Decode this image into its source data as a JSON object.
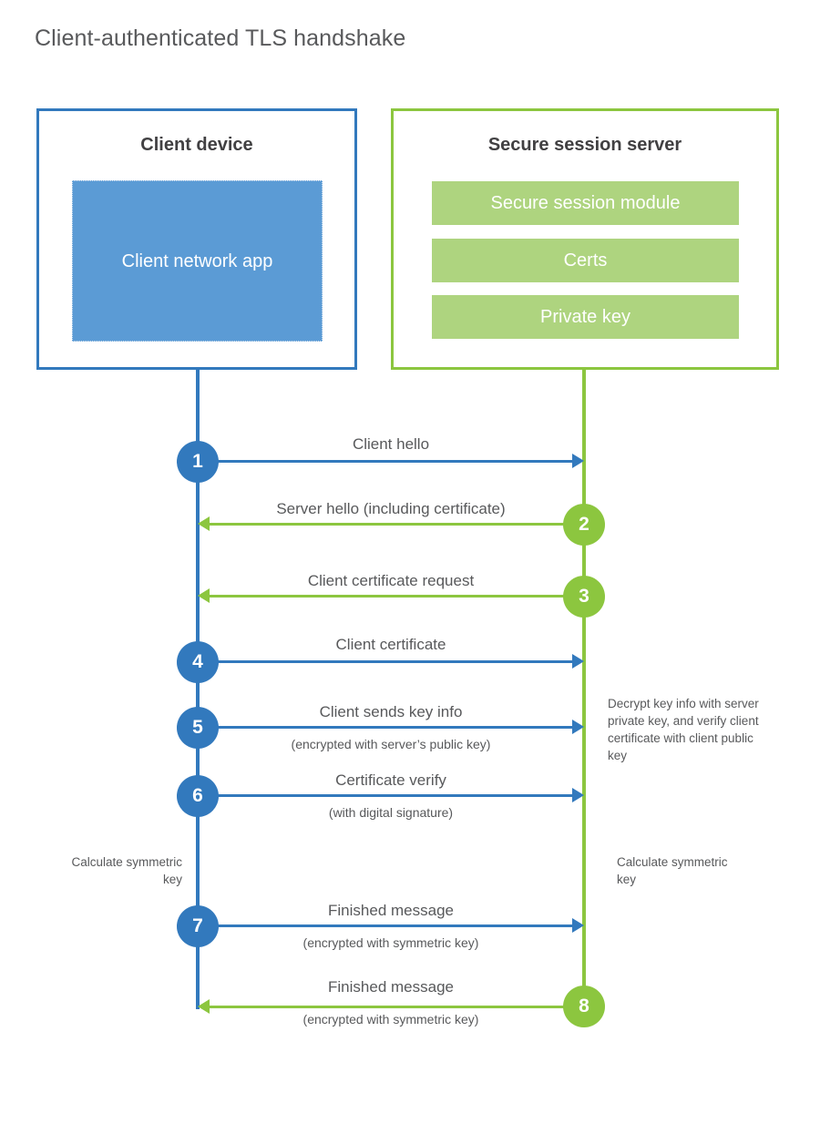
{
  "title": "Client-authenticated TLS handshake",
  "colors": {
    "client_blue": "#3279bd",
    "client_app_fill": "#5b9bd5",
    "server_green": "#8cc63f",
    "server_bar_fill": "#aed47f",
    "text_gray": "#58595b",
    "heading_gray": "#414042",
    "background": "#ffffff"
  },
  "actors": {
    "client": {
      "title": "Client device",
      "app_label": "Client network app"
    },
    "server": {
      "title": "Secure session server",
      "components": [
        "Secure session module",
        "Certs",
        "Private key"
      ]
    }
  },
  "steps": [
    {
      "number": "1",
      "label": "Client hello",
      "sublabel": "",
      "direction": "client-to-server",
      "color": "#3279bd"
    },
    {
      "number": "2",
      "label": "Server hello (including certificate)",
      "sublabel": "",
      "direction": "server-to-client",
      "color": "#8cc63f"
    },
    {
      "number": "3",
      "label": "Client certificate request",
      "sublabel": "",
      "direction": "server-to-client",
      "color": "#8cc63f"
    },
    {
      "number": "4",
      "label": "Client certificate",
      "sublabel": "",
      "direction": "client-to-server",
      "color": "#3279bd"
    },
    {
      "number": "5",
      "label": "Client sends key info",
      "sublabel": "(encrypted with server’s public key)",
      "direction": "client-to-server",
      "color": "#3279bd"
    },
    {
      "number": "6",
      "label": "Certificate verify",
      "sublabel": "(with digital signature)",
      "direction": "client-to-server",
      "color": "#3279bd"
    },
    {
      "number": "7",
      "label": "Finished message",
      "sublabel": "(encrypted with symmetric key)",
      "direction": "client-to-server",
      "color": "#3279bd"
    },
    {
      "number": "8",
      "label": "Finished message",
      "sublabel": "(encrypted with symmetric key)",
      "direction": "server-to-client",
      "color": "#8cc63f"
    }
  ],
  "notes": {
    "server_decrypt": "Decrypt key info with server private key, and verify client certificate with client public key",
    "client_calculate": "Calculate symmetric key",
    "server_calculate": "Calculate symmetric key"
  }
}
